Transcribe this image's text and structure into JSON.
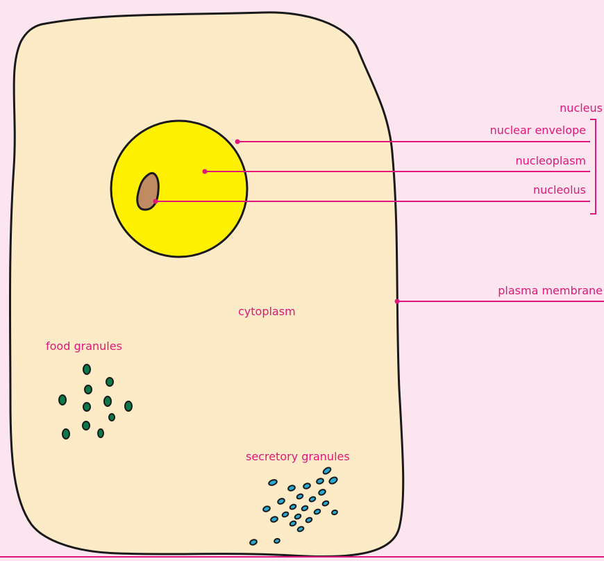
{
  "colors": {
    "background": "#fbe6f0",
    "cytoplasm": "#fdebc8",
    "nucleus": "#fff100",
    "nucleolus": "#c08a62",
    "label": "#e2167a",
    "food_granule": "#0a7a4a",
    "secretory_granule": "#28a9d4",
    "outline": "#1a1a1a"
  },
  "labels": {
    "nucleus": "nucleus",
    "nuclear_envelope": "nuclear envelope",
    "nucleoplasm": "nucleoplasm",
    "nucleolus": "nucleolus",
    "plasma_membrane": "plasma membrane",
    "cytoplasm": "cytoplasm",
    "food_granules": "food granules",
    "secretory_granules": "secretory granules"
  }
}
